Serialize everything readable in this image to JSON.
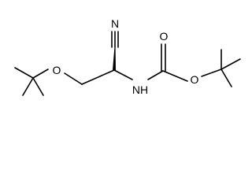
{
  "molecule": {
    "atoms": {
      "o_ether": "O",
      "n_nitrile": "N",
      "n_amide": "NH",
      "o_carbonyl": "O",
      "o_ester": "O"
    }
  }
}
